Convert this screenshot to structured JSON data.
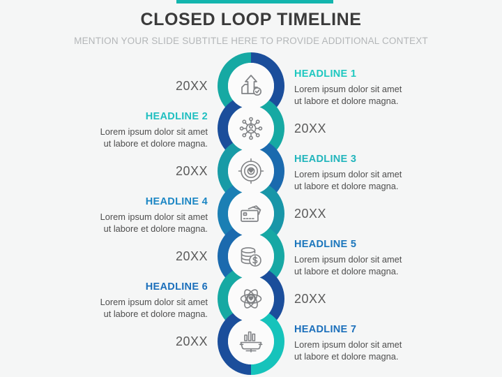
{
  "theme": {
    "background": "#f5f6f6",
    "accent_bar_color": "#13b5ae",
    "teal": "#16a9a3",
    "teal_bright": "#1ec8c0",
    "blue_dark": "#1b4e9b",
    "blue_mid": "#1b76bc",
    "title_color": "#3a3a3a",
    "subtitle_color": "#b3b6b8",
    "body_color": "#4e4e4e",
    "year_color": "#5a5a5a",
    "icon_stroke": "#808285",
    "disc_fill": "#fbfbfb"
  },
  "header": {
    "title": "CLOSED LOOP TIMELINE",
    "subtitle": "MENTION YOUR SLIDE SUBTITLE HERE TO PROVIDE ADDITIONAL CONTEXT"
  },
  "timeline": {
    "items": [
      {
        "headline": "HEADLINE 1",
        "body": "Lorem ipsum dolor sit amet\nut  labore et dolore magna.",
        "year": "20XX",
        "text_side": "right",
        "headline_color": "#1ec8c0",
        "ring_left_color": "#16a9a3",
        "ring_right_color": "#1b4e9b",
        "icon": "growth-check-icon"
      },
      {
        "headline": "HEADLINE 2",
        "body": "Lorem ipsum dolor sit amet\nut  labore et dolore magna.",
        "year": "20XX",
        "text_side": "left",
        "headline_color": "#1fbfc0",
        "ring_left_color": "#1b4e9b",
        "ring_right_color": "#16a9a3",
        "icon": "network-user-icon"
      },
      {
        "headline": "HEADLINE 3",
        "body": "Lorem ipsum dolor sit amet\nut  labore et dolore magna.",
        "year": "20XX",
        "text_side": "right",
        "headline_color": "#21b5bc",
        "ring_left_color": "#189ba6",
        "ring_right_color": "#1b6aae",
        "icon": "target-heart-icon"
      },
      {
        "headline": "HEADLINE 4",
        "body": "Lorem ipsum dolor sit amet\nut  labore et dolore magna.",
        "year": "20XX",
        "text_side": "left",
        "headline_color": "#1b86c4",
        "ring_left_color": "#1b7fb4",
        "ring_right_color": "#1896a8",
        "icon": "cards-wallet-icon"
      },
      {
        "headline": "HEADLINE 5",
        "body": "Lorem ipsum dolor sit amet\nut  labore et dolore magna.",
        "year": "20XX",
        "text_side": "right",
        "headline_color": "#1b76bc",
        "ring_left_color": "#1b6aae",
        "ring_right_color": "#17a8a4",
        "icon": "coins-dollar-icon"
      },
      {
        "headline": "HEADLINE 6",
        "body": "Lorem ipsum dolor sit amet\nut  labore et dolore magna.",
        "year": "20XX",
        "text_side": "left",
        "headline_color": "#1b6fbb",
        "ring_left_color": "#16a9a3",
        "ring_right_color": "#1b4e9b",
        "icon": "atom-heart-icon"
      },
      {
        "headline": "HEADLINE 7",
        "body": "Lorem ipsum dolor sit amet\nut  labore et dolore magna.",
        "year": "20XX",
        "text_side": "right",
        "headline_color": "#1b6fbb",
        "ring_left_color": "#1b4e9b",
        "ring_right_color": "#16c3bb",
        "icon": "gear-chart-icon"
      }
    ]
  }
}
